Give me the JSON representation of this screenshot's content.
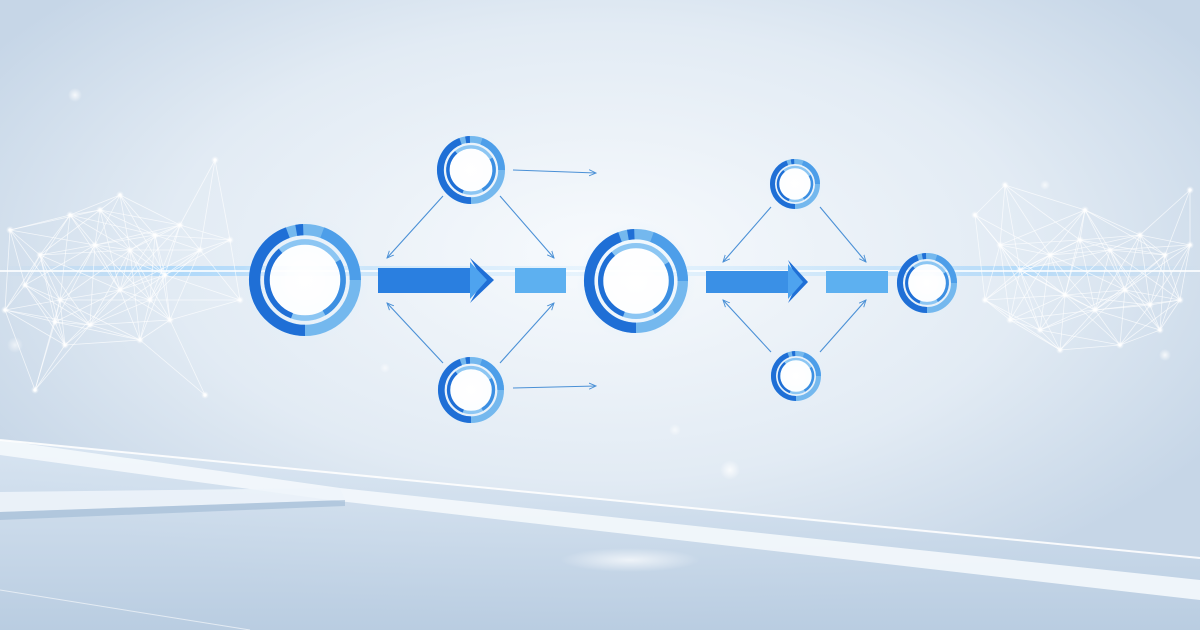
{
  "palette": {
    "background": "#e6eef6",
    "primary_blue": "#1f6fd6",
    "light_blue": "#74b8ee",
    "connector_line": "#4a90d6",
    "glow": "#bfe4ff"
  },
  "diagram": {
    "type": "process-flow",
    "nodes": [
      {
        "id": "main-node-1",
        "icon": "ring-icon"
      },
      {
        "id": "main-node-2",
        "icon": "ring-icon"
      },
      {
        "id": "main-node-3",
        "icon": "ring-icon"
      },
      {
        "id": "branch-node-top-1",
        "icon": "ring-icon"
      },
      {
        "id": "branch-node-bottom-1",
        "icon": "ring-icon"
      },
      {
        "id": "branch-node-top-2",
        "icon": "ring-icon"
      },
      {
        "id": "branch-node-bottom-2",
        "icon": "ring-icon"
      }
    ],
    "edges": [
      {
        "from": "main-node-1",
        "to": "main-node-2",
        "style": "chevron-arrow-icon"
      },
      {
        "from": "main-node-2",
        "to": "main-node-3",
        "style": "chevron-arrow-icon"
      },
      {
        "from": "branch-node-top-1",
        "to": "main-node-1",
        "style": "thin-arrow"
      },
      {
        "from": "branch-node-top-1",
        "to": "main-node-2",
        "style": "thin-arrow"
      },
      {
        "from": "main-node-1",
        "to": "branch-node-bottom-1",
        "style": "thin-arrow"
      },
      {
        "from": "branch-node-bottom-1",
        "to": "main-node-2",
        "style": "thin-arrow"
      },
      {
        "from": "branch-node-top-2",
        "to": "main-node-2",
        "style": "thin-arrow"
      },
      {
        "from": "branch-node-top-2",
        "to": "main-node-3",
        "style": "thin-arrow"
      },
      {
        "from": "main-node-2",
        "to": "branch-node-bottom-2",
        "style": "thin-arrow"
      },
      {
        "from": "branch-node-bottom-2",
        "to": "main-node-3",
        "style": "thin-arrow"
      }
    ]
  },
  "decorations": [
    "particle-network-left",
    "particle-network-right",
    "glass-platform",
    "light-streak"
  ]
}
